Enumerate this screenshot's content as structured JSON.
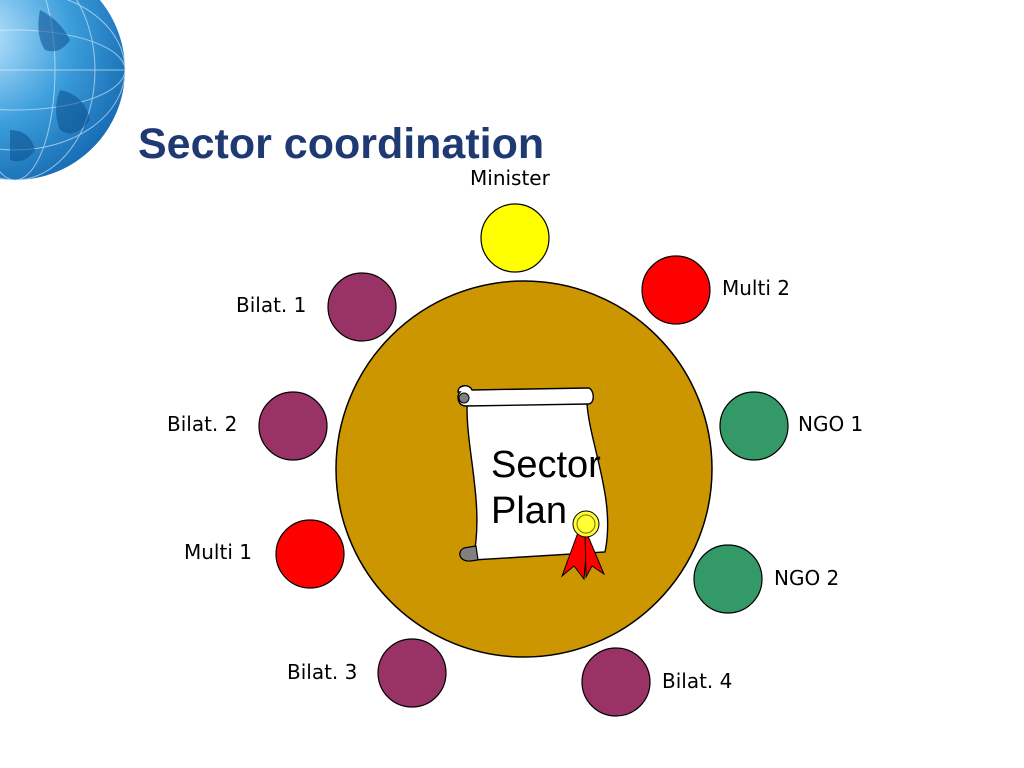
{
  "title": "Sector coordination",
  "center": {
    "line1": "Sector",
    "line2": "Plan"
  },
  "participants": {
    "minister": "Minister",
    "multi2": "Multi 2",
    "bilat1": "Bilat. 1",
    "bilat2": "Bilat. 2",
    "ngo1": "NGO 1",
    "multi1": "Multi 1",
    "ngo2": "NGO 2",
    "bilat3": "Bilat. 3",
    "bilat4": "Bilat. 4"
  },
  "colors": {
    "title": "#1f3a72",
    "table": "#cc9600",
    "minister": "#ffff00",
    "multi": "#ff0000",
    "bilat": "#993366",
    "ngo": "#339966",
    "ribbon": "#ff0000",
    "medal": "#ffff33"
  },
  "icons": [
    "globe-icon",
    "scroll-icon",
    "award-ribbon-icon"
  ]
}
